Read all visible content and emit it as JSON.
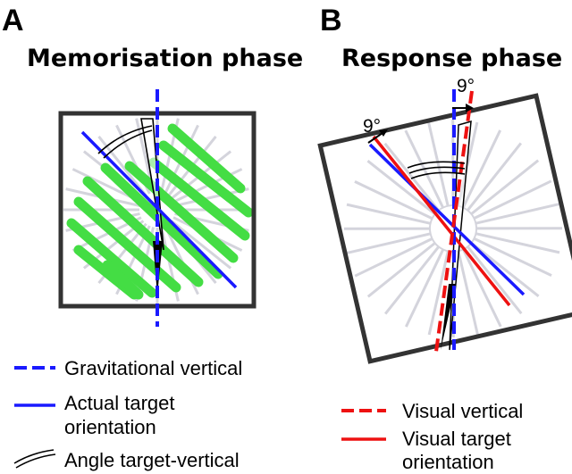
{
  "panel_a": {
    "letter": "A",
    "title": "Memorisation phase"
  },
  "panel_b": {
    "letter": "B",
    "title": "Response phase",
    "frame_tilt_angle": "9°",
    "vertical_offset_angle": "9°"
  },
  "legend_left": {
    "gravitational_vertical": "Gravitational vertical",
    "actual_target_line1": "Actual target",
    "actual_target_line2": "orientation",
    "angle_target_vertical": "Angle target-vertical"
  },
  "legend_right": {
    "visual_vertical": "Visual vertical",
    "visual_target_line1": "Visual target",
    "visual_target_line2": "orientation"
  },
  "colors": {
    "frame": "#333333",
    "spokes": "#d4d4dc",
    "bars_green": "#44dd44",
    "blue": "#1a1aff",
    "red": "#ee1111",
    "black": "#000000"
  },
  "icons": {
    "angle_marker": "double-arc-icon",
    "arrow": "arrow-icon"
  }
}
